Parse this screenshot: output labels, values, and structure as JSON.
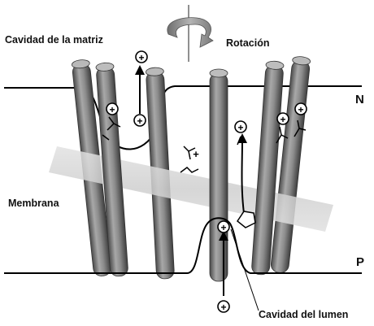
{
  "labels": {
    "matrix": "Cavidad de la matriz",
    "rotation": "Rotación",
    "membrane": "Membrana",
    "lumen": "Cavidad del lumen",
    "side_n": "N",
    "side_p": "P"
  },
  "ion_symbol": "+",
  "colors": {
    "cylinder_light": "#a8a8a8",
    "cylinder_mid": "#7c7c7c",
    "cylinder_dark": "#4a4a4a",
    "membrane_band": "#d6d6d6",
    "rotation_arrow": "#8a8a8a",
    "line": "#000000"
  }
}
